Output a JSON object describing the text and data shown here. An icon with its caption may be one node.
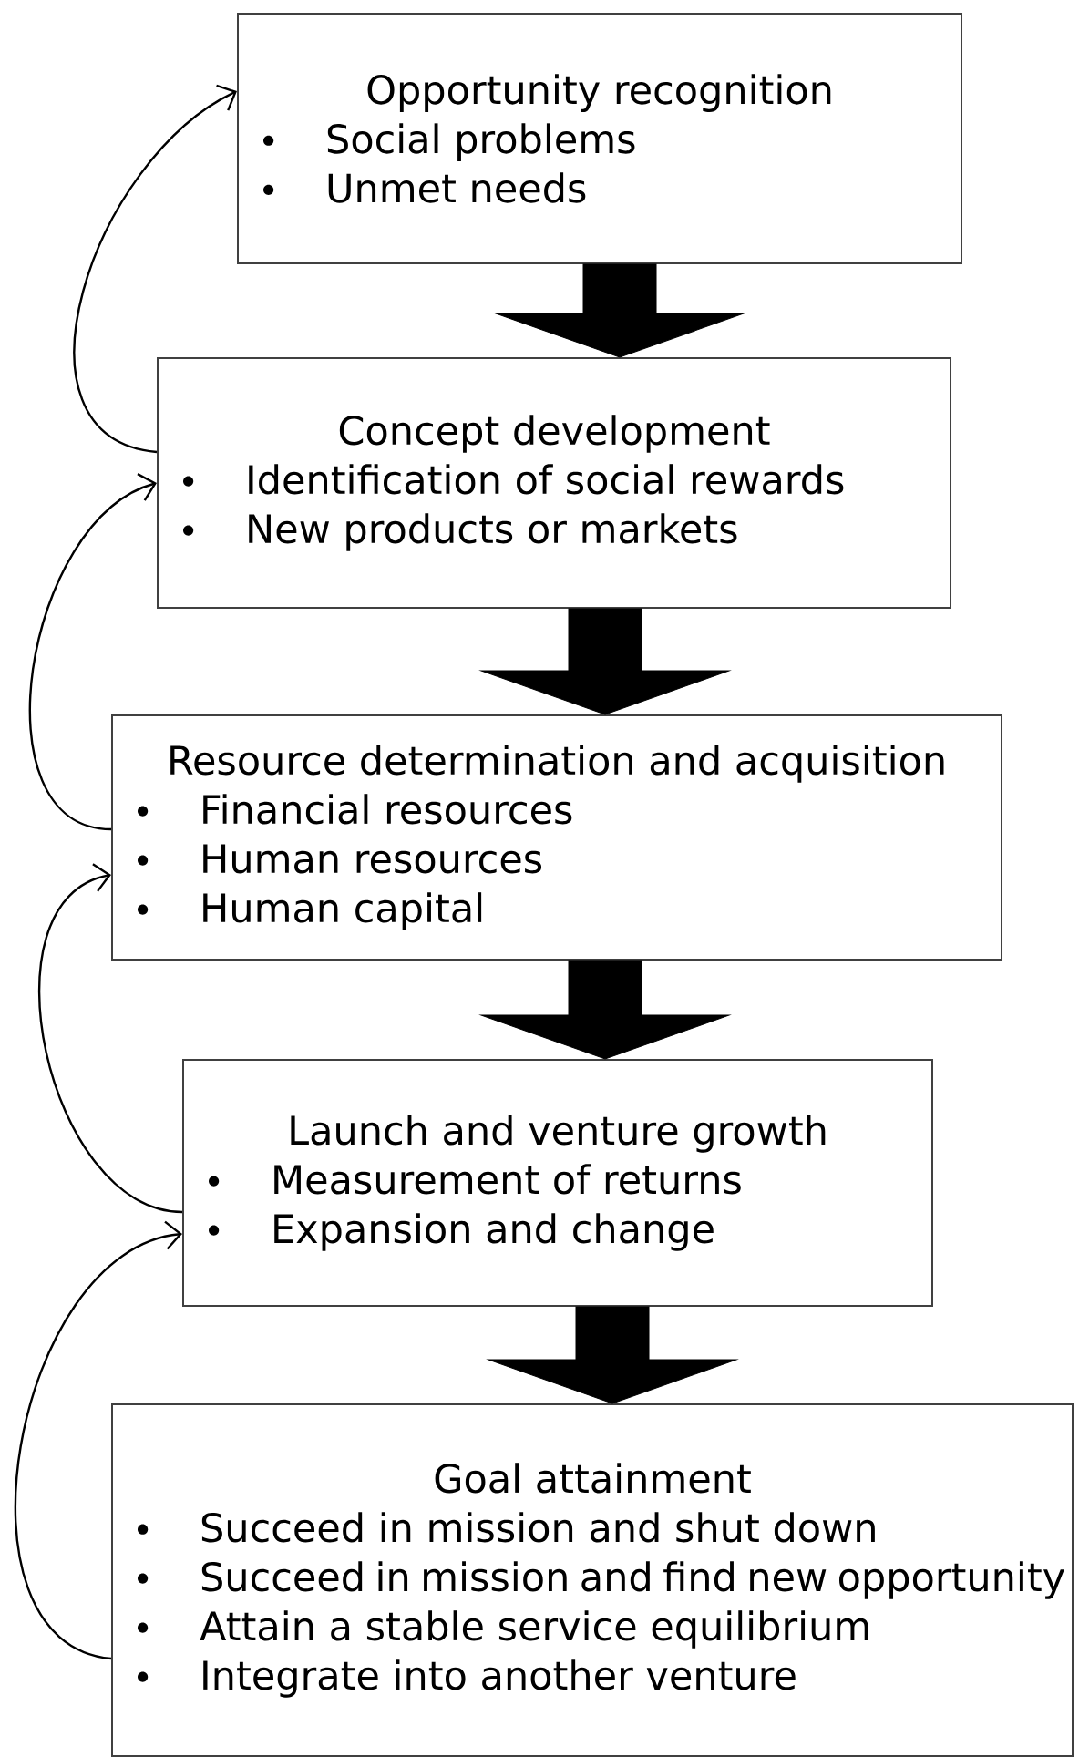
{
  "diagram": {
    "nodes": [
      {
        "text": [
          "Opportunity recognition",
          "Social problems",
          "Unmet needs"
        ]
      },
      {
        "text": [
          "Concept development",
          "Identification of social rewards",
          "New products or markets"
        ]
      },
      {
        "text": [
          "Resource determination and acquisition",
          "Financial resources",
          "Human resources",
          "Human capital"
        ]
      },
      {
        "text": [
          "Launch and venture growth",
          "Measurement of returns",
          "Expansion and change"
        ]
      },
      {
        "text": [
          "Goal attainment",
          "Succeed in mission and shut down",
          "Succeed in mission and find new opportunity",
          "Attain a stable service equilibrium",
          "Integrate into another venture"
        ]
      }
    ],
    "edges": [
      {
        "from": 0,
        "to": 1,
        "arrow": "to",
        "style": "thick"
      },
      {
        "from": 1,
        "to": 2,
        "arrow": "to",
        "style": "thick"
      },
      {
        "from": 2,
        "to": 3,
        "arrow": "to",
        "style": "thick"
      },
      {
        "from": 3,
        "to": 4,
        "arrow": "to",
        "style": "thick"
      },
      {
        "from": 1,
        "to": 0,
        "arrow": "to"
      },
      {
        "from": 2,
        "to": 1,
        "arrow": "to"
      },
      {
        "from": 3,
        "to": 2,
        "arrow": "to"
      },
      {
        "from": 4,
        "to": 3,
        "arrow": "to"
      }
    ]
  }
}
